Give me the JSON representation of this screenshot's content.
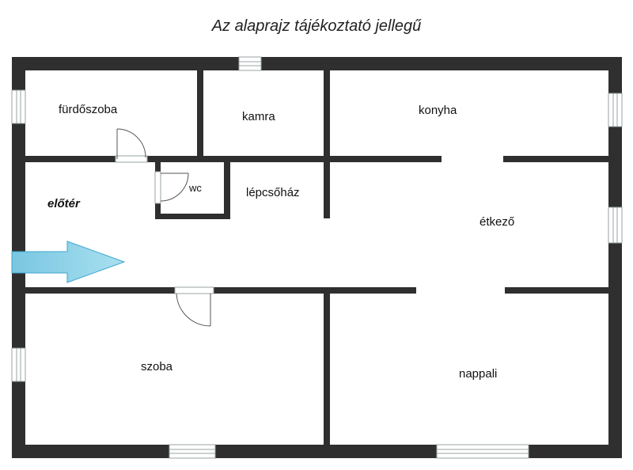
{
  "title": "Az alaprajz tájékoztató jellegű",
  "rooms": {
    "furdoszoba": "fürdőszoba",
    "kamra": "kamra",
    "konyha": "konyha",
    "wc": "wc",
    "lepcsohaz": "lépcsőház",
    "eloter": "előtér",
    "etkezo": "étkező",
    "szoba": "szoba",
    "nappali": "nappali"
  },
  "colors": {
    "wall": "#2f2f2f",
    "window": "#9aa3a3",
    "door": "#555555",
    "entrance_arrow_fill": "#8ed3e8",
    "entrance_arrow_stroke": "#3fa7cf"
  },
  "icons": {
    "entrance": "entrance-arrow-icon"
  }
}
